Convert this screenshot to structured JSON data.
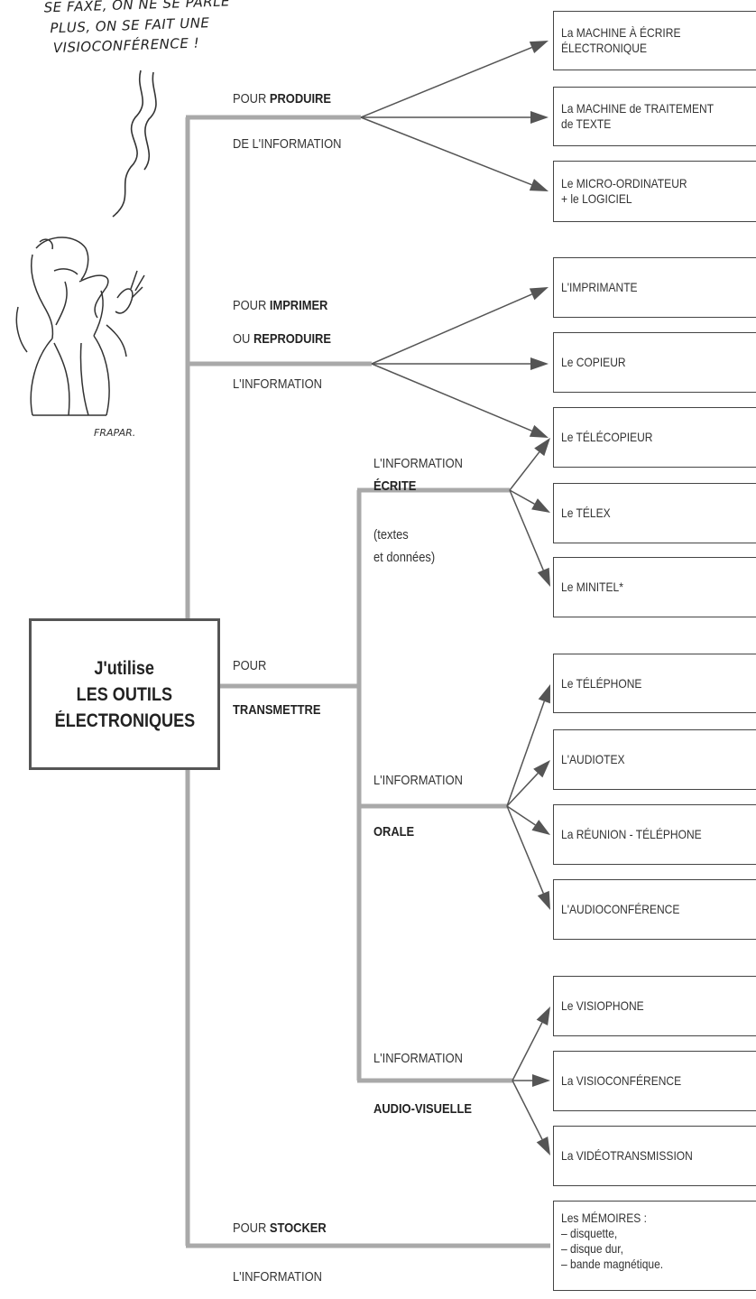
{
  "cartoon": {
    "caption_lines": [
      "SE FAXE, ON NE SE PARLE",
      "PLUS, ON SE FAIT UNE",
      "VISIOCONFÉRENCE !"
    ],
    "signature": "FRAPAR."
  },
  "center": {
    "line1": "J'utilise",
    "line2": "LES OUTILS",
    "line3": "ÉLECTRONIQUES"
  },
  "produire": {
    "pre": "POUR ",
    "verb": "PRODUIRE",
    "sub": "DE L'INFORMATION"
  },
  "imprimer": {
    "pre": "POUR ",
    "verb": "IMPRIMER",
    "pre2": "OU ",
    "verb2": "REPRODUIRE",
    "sub": "L'INFORMATION"
  },
  "transmettre": {
    "pre": "POUR",
    "verb": "TRANSMETTRE"
  },
  "ecrite": {
    "line1": "L'INFORMATION",
    "line2": "ÉCRITE",
    "note1": "(textes",
    "note2": "et données)"
  },
  "orale": {
    "line1": "L'INFORMATION",
    "line2": "ORALE"
  },
  "audiovisuelle": {
    "line1": "L'INFORMATION",
    "line2": "AUDIO-VISUELLE"
  },
  "stocker": {
    "pre": "POUR ",
    "verb": "STOCKER",
    "sub": "L'INFORMATION"
  },
  "boxes": {
    "machine_ecrire": [
      "La MACHINE À ÉCRIRE",
      "ÉLECTRONIQUE"
    ],
    "traitement_texte": [
      "La MACHINE de TRAITEMENT",
      "de TEXTE"
    ],
    "micro_ordinateur": [
      "Le MICRO-ORDINATEUR",
      "+ le LOGICIEL"
    ],
    "imprimante": "L'IMPRIMANTE",
    "copieur": "Le COPIEUR",
    "telecopieur": "Le TÉLÉCOPIEUR",
    "telex": "Le TÉLEX",
    "minitel": "Le MINITEL*",
    "telephone": "Le TÉLÉPHONE",
    "audiotex": "L'AUDIOTEX",
    "reunion_telephone": "La RÉUNION - TÉLÉPHONE",
    "audioconference": "L'AUDIOCONFÉRENCE",
    "visiophone": "Le VISIOPHONE",
    "visioconference": "La VISIOCONFÉRENCE",
    "videotransmission": "La VIDÉOTRANSMISSION",
    "memoires": [
      "Les MÉMOIRES :",
      "– disquette,",
      "– disque dur,",
      "– bande magnétique."
    ]
  },
  "colors": {
    "connector": "#a9a9a9",
    "arrow": "#555555",
    "border": "#444444"
  }
}
